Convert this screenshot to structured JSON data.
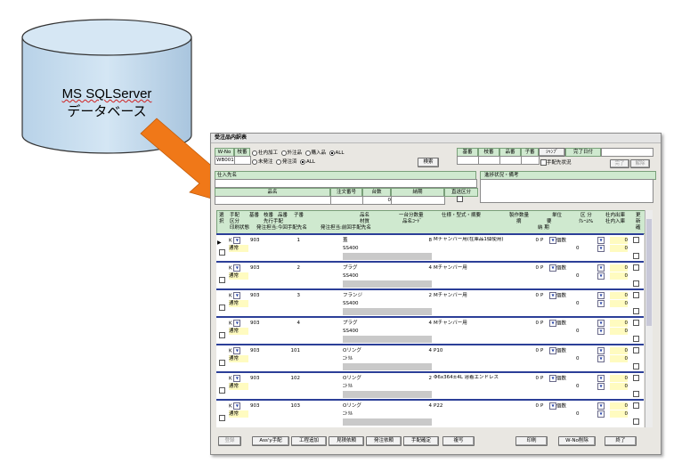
{
  "database": {
    "line1": "MS SQLServer",
    "line2": "データベース",
    "icon": "database-cylinder-icon",
    "fill_color": "#c5dced",
    "arrow_color": "#f07818"
  },
  "window": {
    "title": "受注品内訳表",
    "header": {
      "no_label": "W-No",
      "no_value": "WB001",
      "edaban_label": "枝番",
      "radio_row1": [
        "社内加工",
        "外注品",
        "購入品",
        "ALL"
      ],
      "radio_row1_selected": 3,
      "radio_row2": [
        "未発注",
        "発注済",
        "ALL"
      ],
      "radio_row2_selected": 2,
      "search_button": "検索",
      "right_headers": [
        "基番",
        "枝番",
        "品番",
        "子番",
        "ｼｬﾝﾌﾟ",
        "完了日付"
      ],
      "tehai_check_label": "手配先状況",
      "kanryo_button": "完了",
      "kaijo_button": "解除",
      "shiiresaki_label": "仕入先名",
      "shinchoku_label": "進捗状況・備考",
      "hinmei_label": "品名",
      "chumon_label": "注文番号",
      "daisu_label": "台数",
      "daisu_value": "0",
      "noki_label": "納期",
      "choku_label": "直送区分"
    },
    "grid_headers": {
      "col1": [
        "選",
        "択"
      ],
      "col2": [
        "手配",
        "区分"
      ],
      "col3": [
        "基番",
        "枝番",
        "品番",
        "子番"
      ],
      "col3b": "先行手配",
      "col4": [
        "品名",
        "材質"
      ],
      "col5": [
        "一台分数量",
        "品名ｺｰﾄﾞ"
      ],
      "col6": "仕様・型式・摘要",
      "col7": [
        "製作数量",
        "単位"
      ],
      "col7b": "摘",
      "col7c": "要",
      "col7d": "納 期",
      "col8": [
        "区 分",
        "ｸﾚｰﾑ%"
      ],
      "col9": [
        "社内出庫",
        "社内入庫"
      ],
      "col10": [
        "更",
        "新",
        "確"
      ],
      "sub_row": [
        "印刷状態",
        "発注担当:今回手配先名",
        "発注担当:前回手配先名"
      ]
    },
    "rows": [
      {
        "type": "K",
        "kind": "通常",
        "kiban": "903",
        "hinban": "1",
        "hinmei": "蓋",
        "zaishitsu": "SS400",
        "qty": "8",
        "spec": "Mチャンバー用(在庫品1個使用)",
        "seisaku": "0",
        "tani_p": "P",
        "tani": "個数",
        "kubun": "0",
        "shuko": "0",
        "nyuko": "0"
      },
      {
        "type": "K",
        "kind": "通常",
        "kiban": "903",
        "hinban": "2",
        "hinmei": "プラグ",
        "zaishitsu": "SS400",
        "qty": "4",
        "spec": "Mチャンバー用",
        "seisaku": "0",
        "tani_p": "P",
        "tani": "個数",
        "kubun": "0",
        "shuko": "0",
        "nyuko": "0"
      },
      {
        "type": "K",
        "kind": "通常",
        "kiban": "903",
        "hinban": "3",
        "hinmei": "フランジ",
        "zaishitsu": "SS400",
        "qty": "2",
        "spec": "Mチャンバー用",
        "seisaku": "0",
        "tani_p": "P",
        "tani": "個数",
        "kubun": "0",
        "shuko": "0",
        "nyuko": "0"
      },
      {
        "type": "K",
        "kind": "通常",
        "kiban": "903",
        "hinban": "4",
        "hinmei": "プラグ",
        "zaishitsu": "SS400",
        "qty": "4",
        "spec": "Mチャンバー用",
        "seisaku": "0",
        "tani_p": "P",
        "tani": "個数",
        "kubun": "0",
        "shuko": "0",
        "nyuko": "0"
      },
      {
        "type": "K",
        "kind": "通常",
        "kiban": "903",
        "hinban": "101",
        "hinmei": "Oリング",
        "zaishitsu": "ﾆﾄﾘﾙ",
        "qty": "4",
        "spec": "P10",
        "seisaku": "0",
        "tani_p": "P",
        "tani": "個数",
        "kubun": "0",
        "shuko": "0",
        "nyuko": "0"
      },
      {
        "type": "K",
        "kind": "通常",
        "kiban": "903",
        "hinban": "102",
        "hinmei": "Oリング",
        "zaishitsu": "ﾆﾄﾘﾙ",
        "qty": "2",
        "spec": "Φ6x364±4L 溶着エンドレス",
        "seisaku": "0",
        "tani_p": "P",
        "tani": "個数",
        "kubun": "0",
        "shuko": "0",
        "nyuko": "0"
      },
      {
        "type": "K",
        "kind": "通常",
        "kiban": "903",
        "hinban": "103",
        "hinmei": "Oリング",
        "zaishitsu": "ﾆﾄﾘﾙ",
        "qty": "4",
        "spec": "P22",
        "seisaku": "0",
        "tani_p": "P",
        "tani": "個数",
        "kubun": "0",
        "shuko": "0",
        "nyuko": "0"
      }
    ],
    "footer_buttons": [
      "登録",
      "Ass'y手配",
      "工程追加",
      "見積依頼",
      "発注依頼",
      "手配確定",
      "複写",
      "印刷",
      "W-No削除",
      "終了"
    ]
  }
}
